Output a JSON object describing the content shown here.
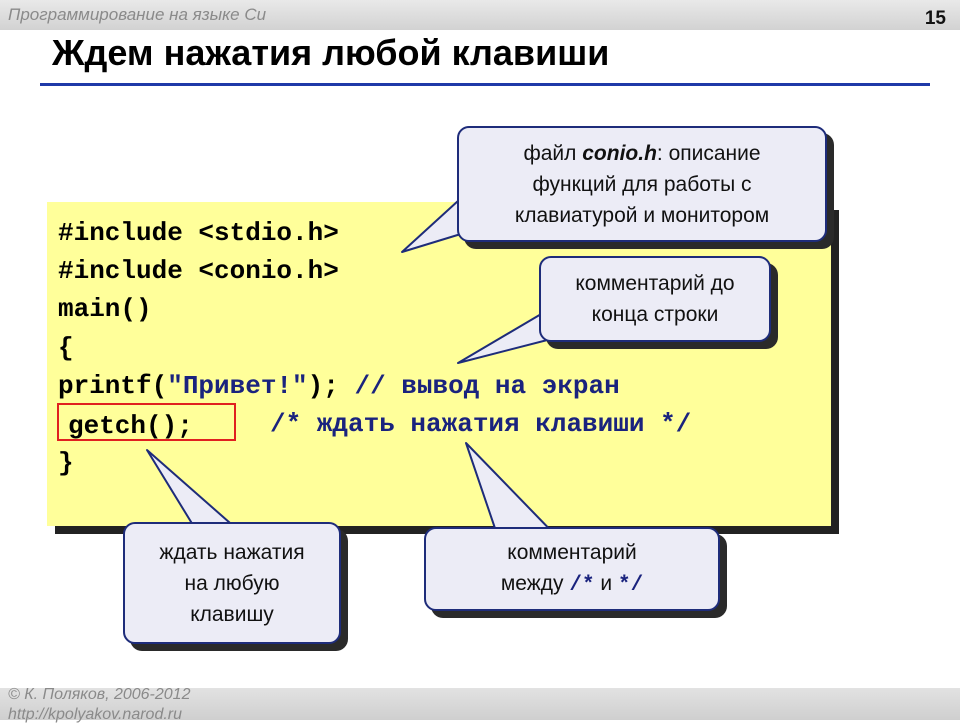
{
  "header": {
    "course": "Программирование на языке Си",
    "slide_number": "15"
  },
  "title": "Ждем нажатия любой клавиши",
  "code": {
    "line1": "#include <stdio.h>",
    "line2": "#include <conio.h>",
    "line3": "main()",
    "line4": "{",
    "line5_call": "printf(",
    "line5_string": "\"Привет!\"",
    "line5_end": ");",
    "line5_comment": "// вывод на экран",
    "line6_call": "getch();",
    "line6_comment": "/* ждать нажатия клавиши */",
    "line7": "}"
  },
  "callouts": {
    "conio": {
      "line1_prefix": "файл ",
      "line1_file": "conio.h",
      "line1_suffix": ": описание",
      "line2": "функций для работы с",
      "line3": "клавиатурой и монитором"
    },
    "line_comment": {
      "line1": "комментарий до",
      "line2": "конца строки"
    },
    "getch": {
      "line1": "ждать нажатия",
      "line2": "на любую",
      "line3": "клавишу"
    },
    "block_comment": {
      "line1": "комментарий",
      "line2_prefix": "между ",
      "open": "/*",
      "middle": " и ",
      "close": "*/"
    }
  },
  "footer": {
    "author": "© К. Поляков, 2006-2012",
    "url": "http://kpolyakov.narod.ru"
  },
  "colors": {
    "code_background": "#ffff9a",
    "accent_blue": "#1f39a8",
    "highlight_red": "#e02020",
    "bubble_fill": "#ececf6"
  }
}
